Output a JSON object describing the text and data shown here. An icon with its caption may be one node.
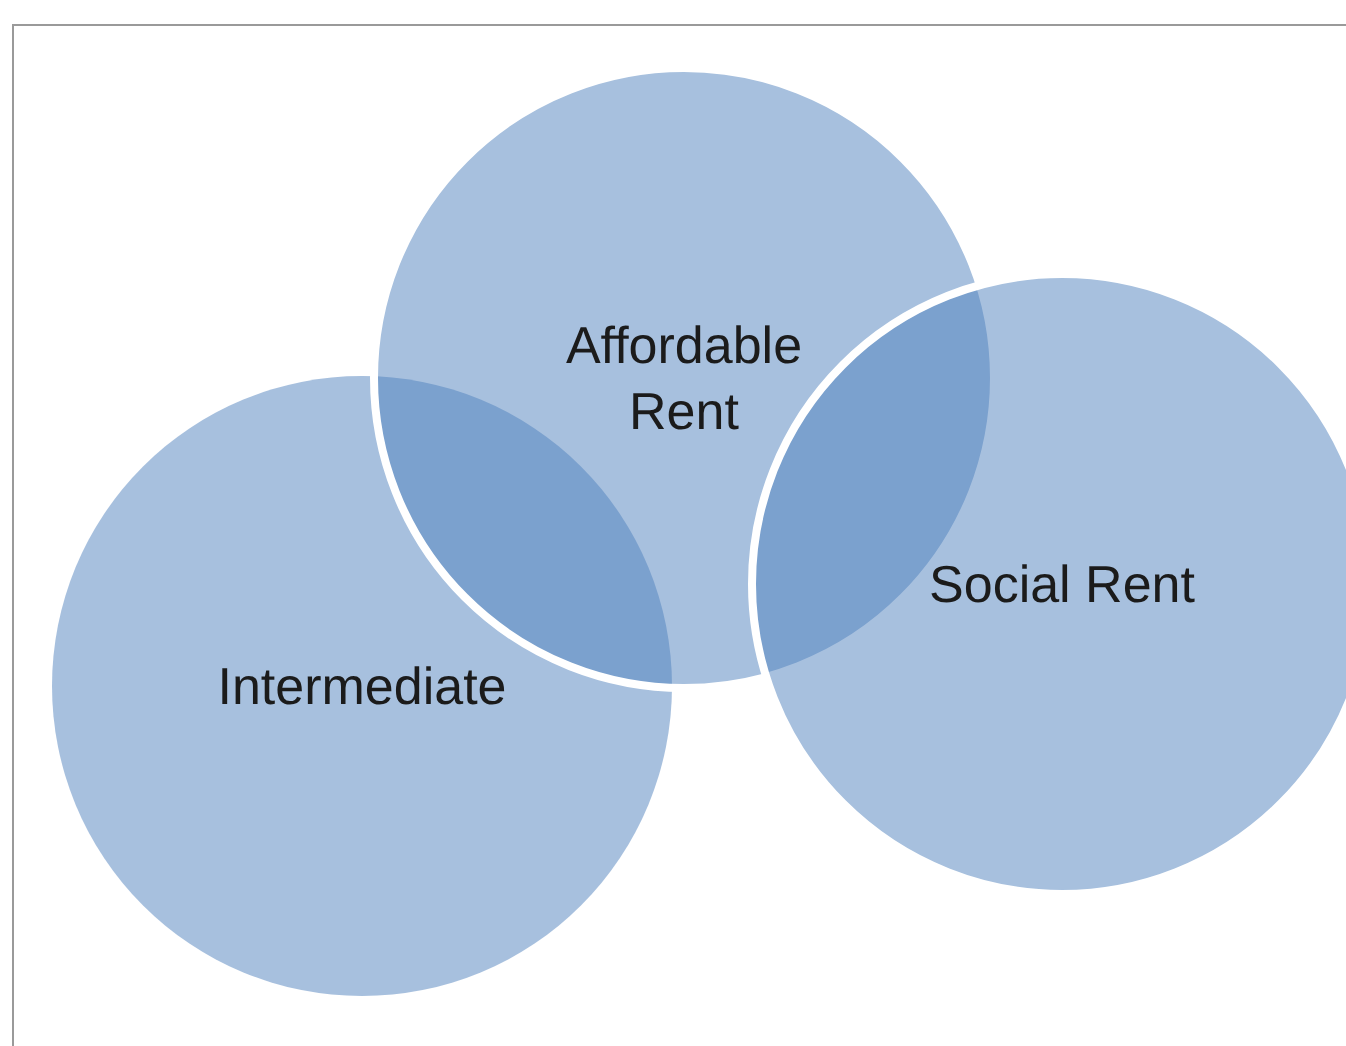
{
  "diagram": {
    "nodes": [
      {
        "text": [
          "Intermediate"
        ]
      },
      {
        "text": [
          "Affordable Rent"
        ]
      },
      {
        "text": [
          "Social Rent"
        ]
      }
    ]
  }
}
